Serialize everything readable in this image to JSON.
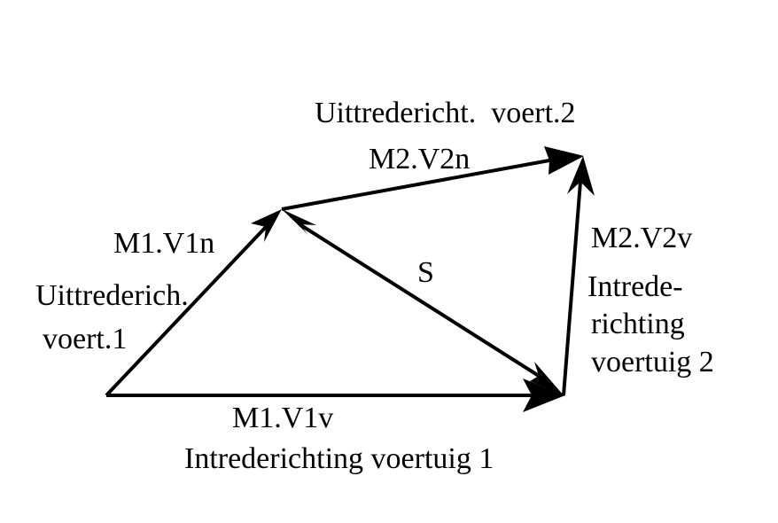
{
  "labels": {
    "exit_dir_vehicle2": "Uittredericht.  voert.2",
    "m2v2n": "M2.V2n",
    "m1v1n": "M1.V1n",
    "s": "S",
    "m2v2v": "M2.V2v",
    "exit_dir_vehicle1_line1": "Uittrederich.",
    "exit_dir_vehicle1_line2": "voert.1",
    "entry_dir_vehicle2_line1": "Intrede-",
    "entry_dir_vehicle2_line2": "richting",
    "entry_dir_vehicle2_line3": "voertuig 2",
    "m1v1v": "M1.V1v",
    "entry_dir_vehicle1": "Intrederichting voertuig 1"
  },
  "colors": {
    "ink": "#000000",
    "background": "#ffffff"
  }
}
